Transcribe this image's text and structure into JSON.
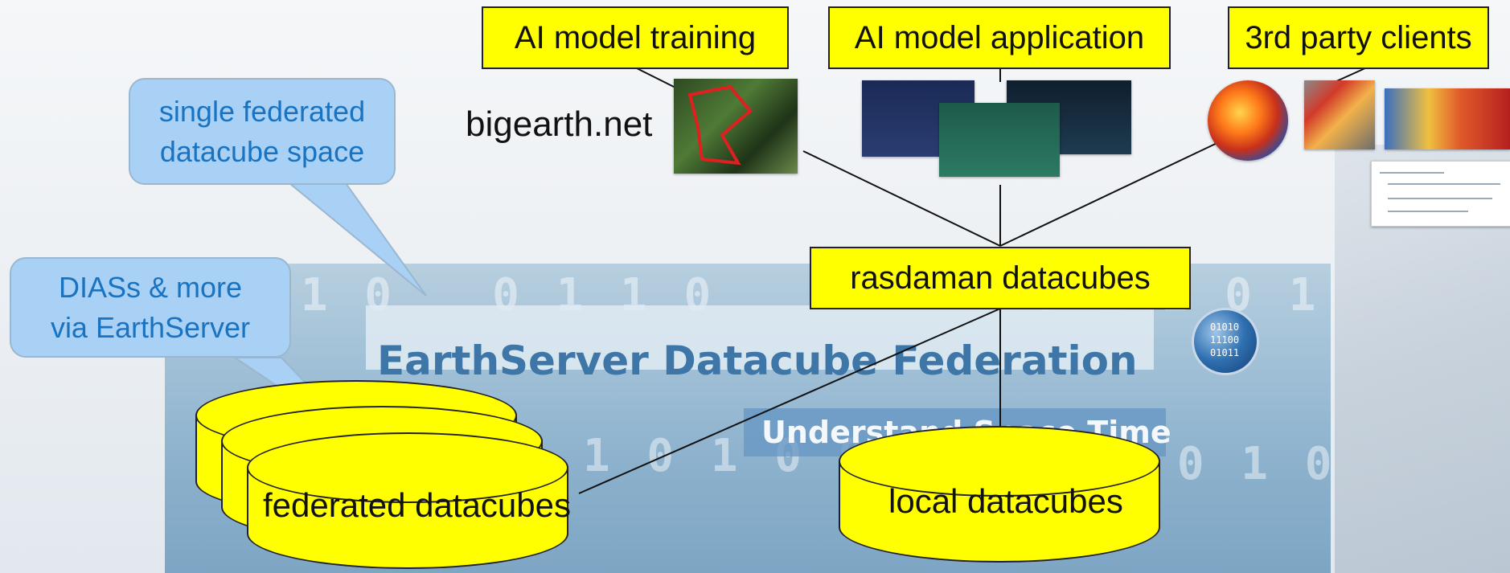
{
  "banner": {
    "title": "EarthServer Datacube Federation",
    "subtitle": "Understand Space Time"
  },
  "boxes": {
    "ai_training": "AI model training",
    "ai_application": "AI model application",
    "third_party": "3rd party clients",
    "rasdaman": "rasdaman datacubes"
  },
  "labels": {
    "bigearth": "bigearth.net"
  },
  "callouts": {
    "single_federated": [
      "single federated",
      "datacube space"
    ],
    "diass": [
      "DIASs & more",
      "via EarthServer"
    ]
  },
  "cylinders": {
    "federated": "federated datacubes",
    "local": "local datacubes"
  },
  "colors": {
    "box_fill": "#ffff00",
    "callout_fill": "#a9d1f5",
    "callout_text": "#1a73c0",
    "banner_title": "#3e76a8"
  },
  "icons": [
    "satellite-forest-thumbnail",
    "webinar-thumbnail",
    "spatio-temporal-slide-thumbnail",
    "globe-thumbnail",
    "heatmap-thumbnail",
    "continent-map-thumbnail",
    "code-snippet-thumbnail",
    "earthserver-globe-logo"
  ]
}
